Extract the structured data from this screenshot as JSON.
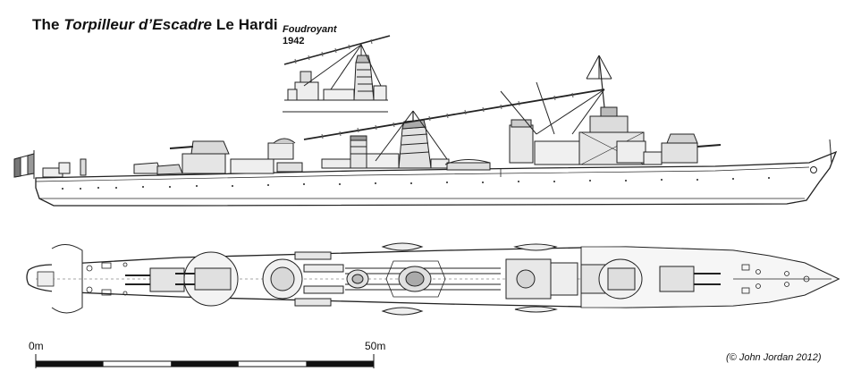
{
  "title": {
    "prefix": "The ",
    "italic": "Torpilleur d’Escadre",
    "suffix": " Le Hardi"
  },
  "inset": {
    "name": "Foudroyant",
    "year": "1942"
  },
  "scale": {
    "start_label": "0m",
    "end_label": "50m",
    "segments": 5
  },
  "credit": "(© John Jordan 2012)"
}
